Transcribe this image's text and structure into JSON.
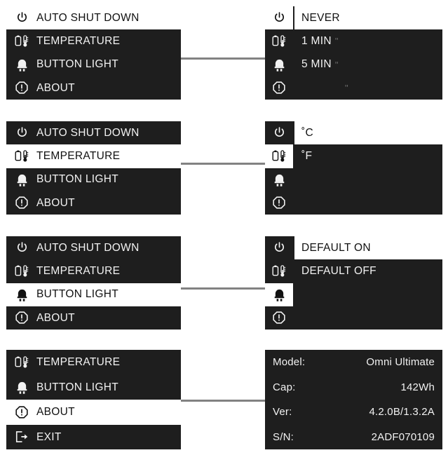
{
  "theme": {
    "panel_bg": "#1e1e1e",
    "panel_text": "#f2f2f2",
    "selected_bg": "#ffffff",
    "selected_text": "#111111",
    "connector": "#828282",
    "page_bg": "#ffffff"
  },
  "screens": [
    {
      "id": "auto-shut-down",
      "menu": {
        "items": [
          {
            "icon": "power-icon",
            "label": "AUTO SHUT DOWN",
            "selected": true
          },
          {
            "icon": "temperature-icon",
            "label": "TEMPERATURE",
            "selected": false
          },
          {
            "icon": "led-bulb-icon",
            "label": "BUTTON LIGHT",
            "selected": false
          },
          {
            "icon": "info-icon",
            "label": "ABOUT",
            "selected": false
          }
        ]
      },
      "detail": {
        "rail": [
          {
            "icon": "power-icon",
            "selected": true
          },
          {
            "icon": "temperature-icon",
            "selected": false
          },
          {
            "icon": "led-bulb-icon",
            "selected": false
          },
          {
            "icon": "info-icon",
            "selected": false
          }
        ],
        "options": [
          {
            "label": "NEVER",
            "artifact": "",
            "selected": true
          },
          {
            "label": "1 MIN",
            "artifact": "\"",
            "selected": false
          },
          {
            "label": "5 MIN",
            "artifact": "\"",
            "selected": false
          },
          {
            "label": "",
            "artifact": "\"",
            "selected": false
          }
        ]
      }
    },
    {
      "id": "temperature",
      "menu": {
        "items": [
          {
            "icon": "power-icon",
            "label": "AUTO SHUT DOWN",
            "selected": false
          },
          {
            "icon": "temperature-icon",
            "label": "TEMPERATURE",
            "selected": true
          },
          {
            "icon": "led-bulb-icon",
            "label": "BUTTON LIGHT",
            "selected": false
          },
          {
            "icon": "info-icon",
            "label": "ABOUT",
            "selected": false
          }
        ]
      },
      "detail": {
        "rail": [
          {
            "icon": "power-icon",
            "selected": false
          },
          {
            "icon": "temperature-icon",
            "selected": true
          },
          {
            "icon": "led-bulb-icon",
            "selected": false
          },
          {
            "icon": "info-icon",
            "selected": false
          }
        ],
        "options": [
          {
            "label": "˚C",
            "artifact": "",
            "selected": true
          },
          {
            "label": "˚F",
            "artifact": "",
            "selected": false
          },
          {
            "label": "",
            "artifact": "",
            "selected": false
          },
          {
            "label": "",
            "artifact": "",
            "selected": false
          }
        ]
      }
    },
    {
      "id": "button-light",
      "menu": {
        "items": [
          {
            "icon": "power-icon",
            "label": "AUTO SHUT DOWN",
            "selected": false
          },
          {
            "icon": "temperature-icon",
            "label": "TEMPERATURE",
            "selected": false
          },
          {
            "icon": "led-bulb-icon",
            "label": "BUTTON LIGHT",
            "selected": true
          },
          {
            "icon": "info-icon",
            "label": "ABOUT",
            "selected": false
          }
        ]
      },
      "detail": {
        "rail": [
          {
            "icon": "power-icon",
            "selected": false
          },
          {
            "icon": "temperature-icon",
            "selected": false
          },
          {
            "icon": "led-bulb-icon",
            "selected": true
          },
          {
            "icon": "info-icon",
            "selected": false
          }
        ],
        "options": [
          {
            "label": "DEFAULT ON",
            "artifact": "",
            "selected": true
          },
          {
            "label": "DEFAULT OFF",
            "artifact": "",
            "selected": false
          },
          {
            "label": "",
            "artifact": "",
            "selected": false
          },
          {
            "label": "",
            "artifact": "",
            "selected": false
          }
        ]
      }
    },
    {
      "id": "about",
      "menu": {
        "items": [
          {
            "icon": "temperature-icon",
            "label": "TEMPERATURE",
            "selected": false
          },
          {
            "icon": "led-bulb-icon",
            "label": "BUTTON LIGHT",
            "selected": false
          },
          {
            "icon": "info-icon",
            "label": "ABOUT",
            "selected": true
          },
          {
            "icon": "exit-icon",
            "label": "EXIT",
            "selected": false
          }
        ]
      },
      "detail": {
        "specs": [
          {
            "key": "Model:",
            "value": "Omni Ultimate"
          },
          {
            "key": "Cap:",
            "value": "142Wh"
          },
          {
            "key": "Ver:",
            "value": "4.2.0B/1.3.2A"
          },
          {
            "key": "S/N:",
            "value": "2ADF070109"
          }
        ]
      }
    }
  ]
}
